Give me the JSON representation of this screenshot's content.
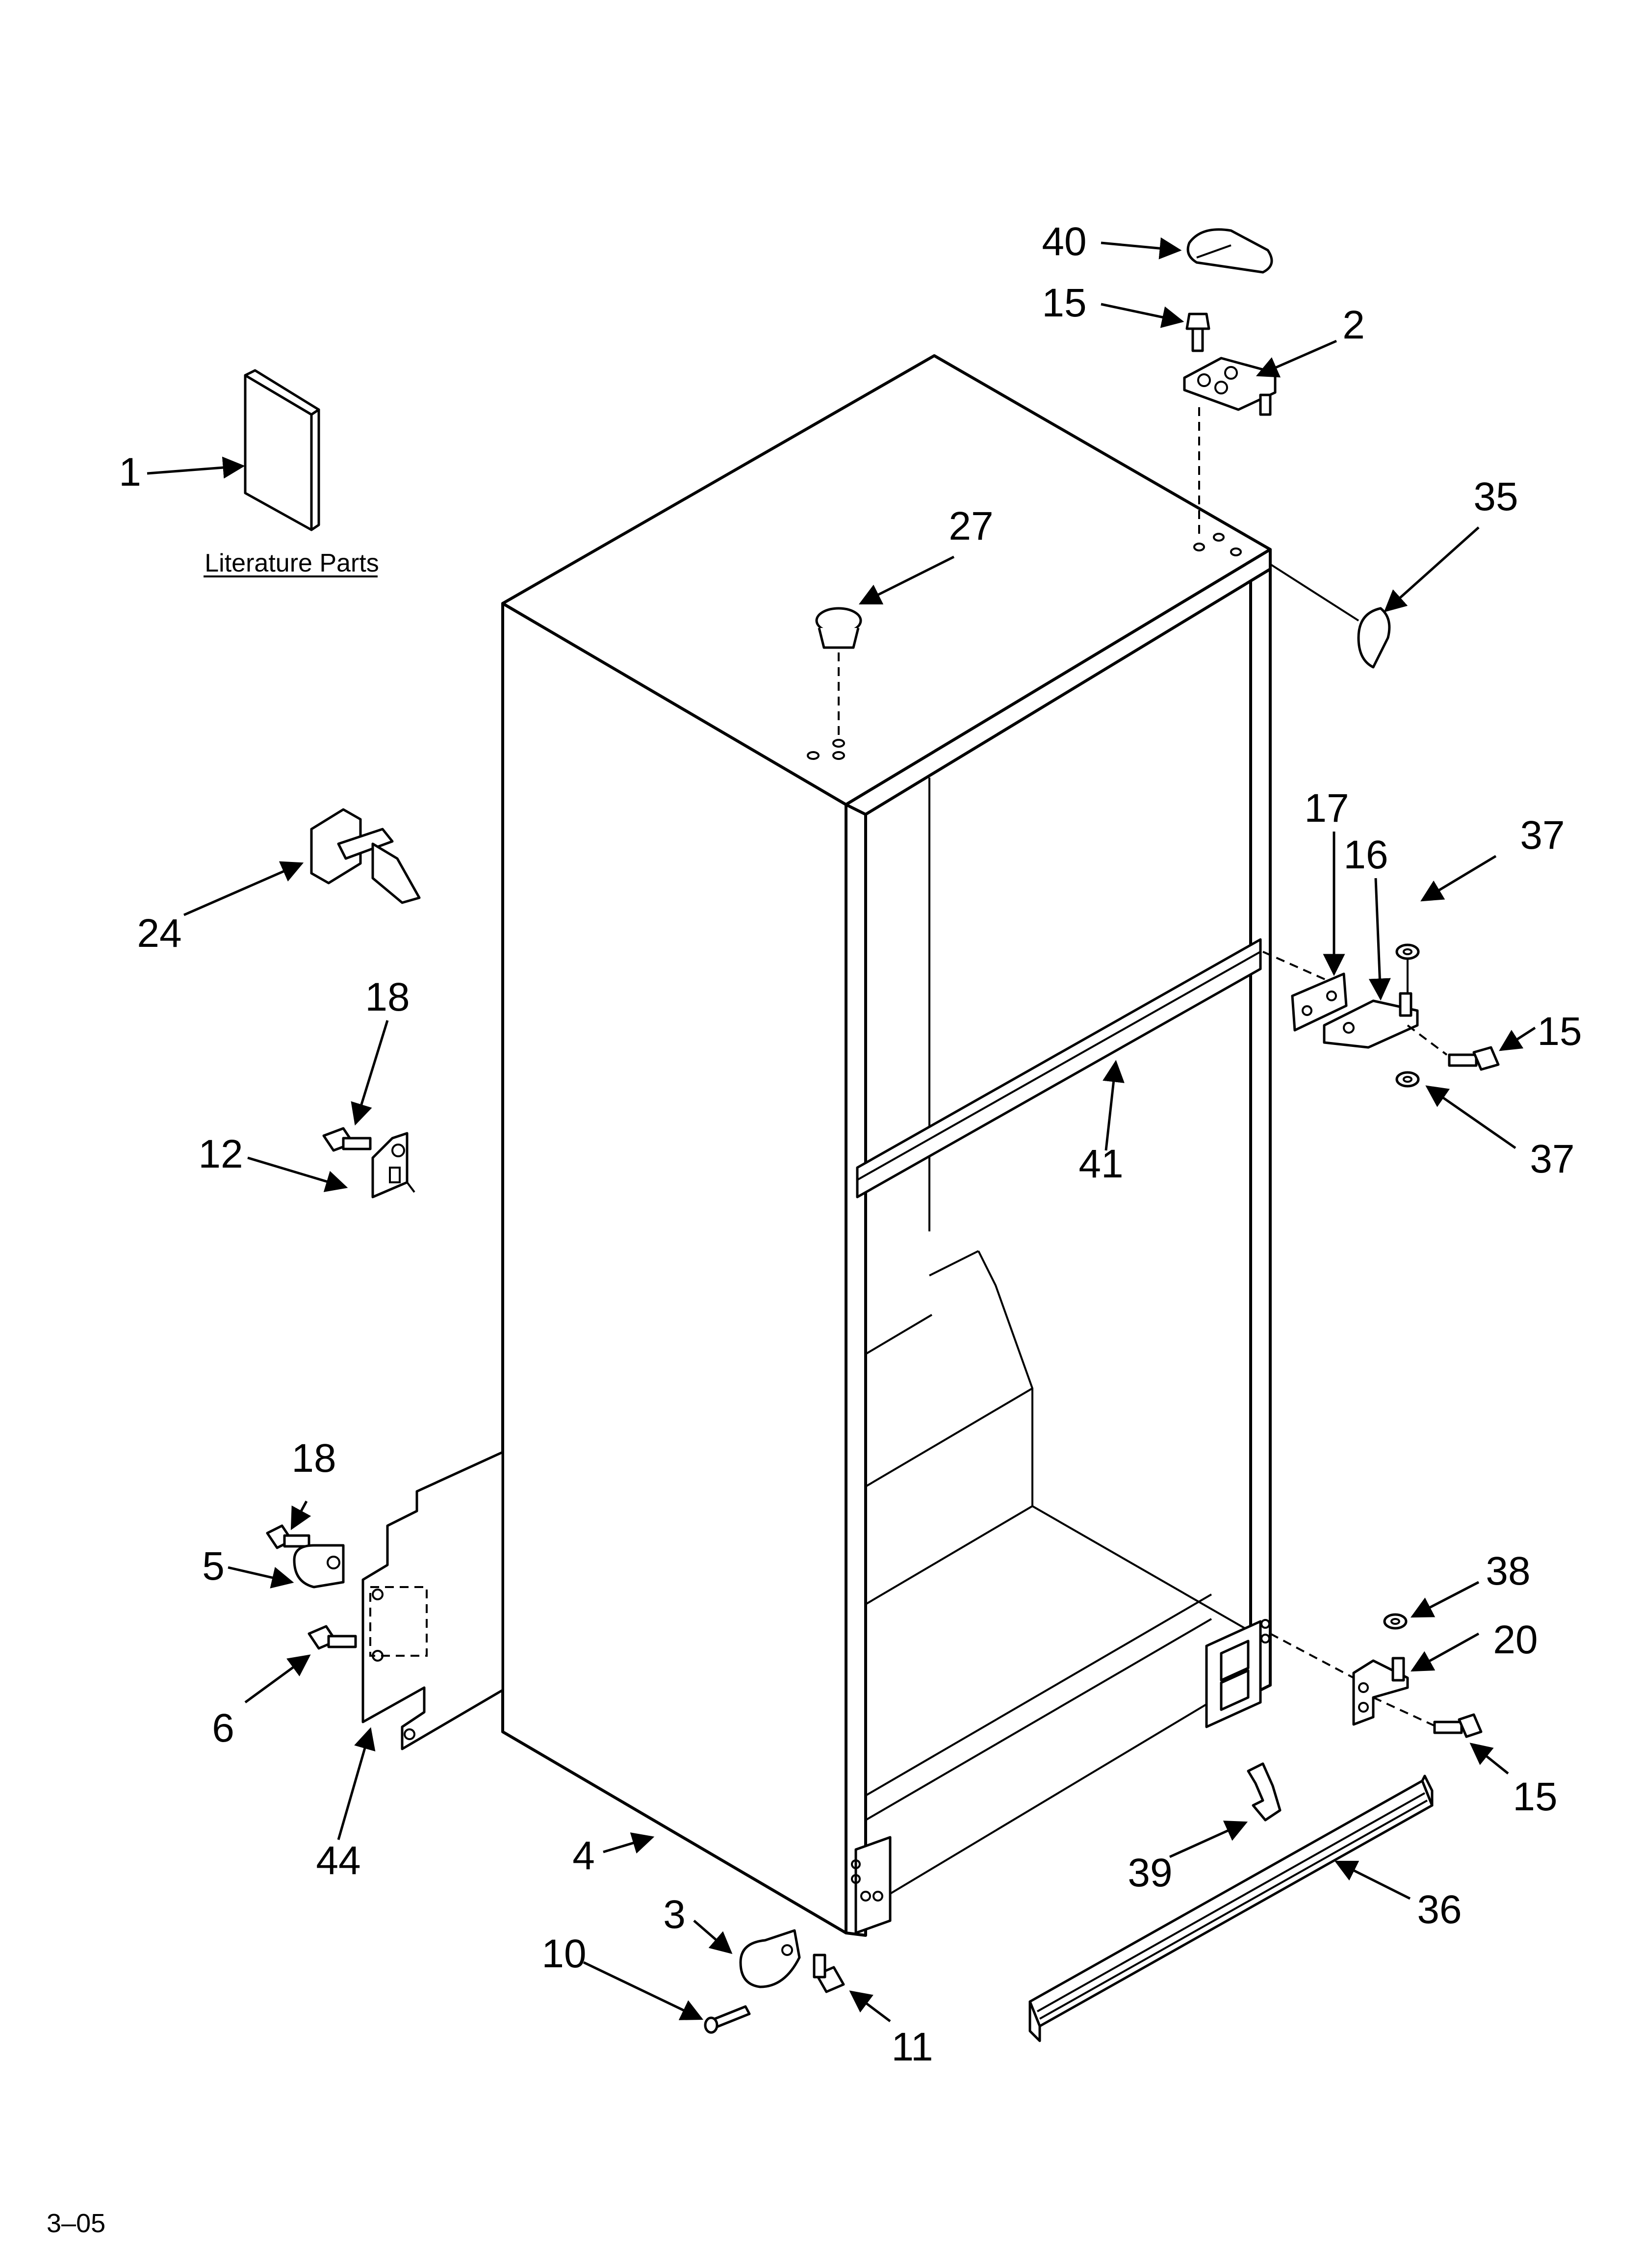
{
  "diagram": {
    "literature_label": "Literature Parts",
    "footer_code": "3–05",
    "callouts": {
      "c1": "1",
      "c2": "2",
      "c3": "3",
      "c4": "4",
      "c5": "5",
      "c6": "6",
      "c10": "10",
      "c11": "11",
      "c12": "12",
      "c15a": "15",
      "c15b": "15",
      "c15c": "15",
      "c16": "16",
      "c17": "17",
      "c18a": "18",
      "c18b": "18",
      "c20": "20",
      "c24": "24",
      "c27": "27",
      "c35": "35",
      "c36": "36",
      "c37a": "37",
      "c37b": "37",
      "c38": "38",
      "c39": "39",
      "c40": "40",
      "c41": "41",
      "c44": "44"
    }
  }
}
